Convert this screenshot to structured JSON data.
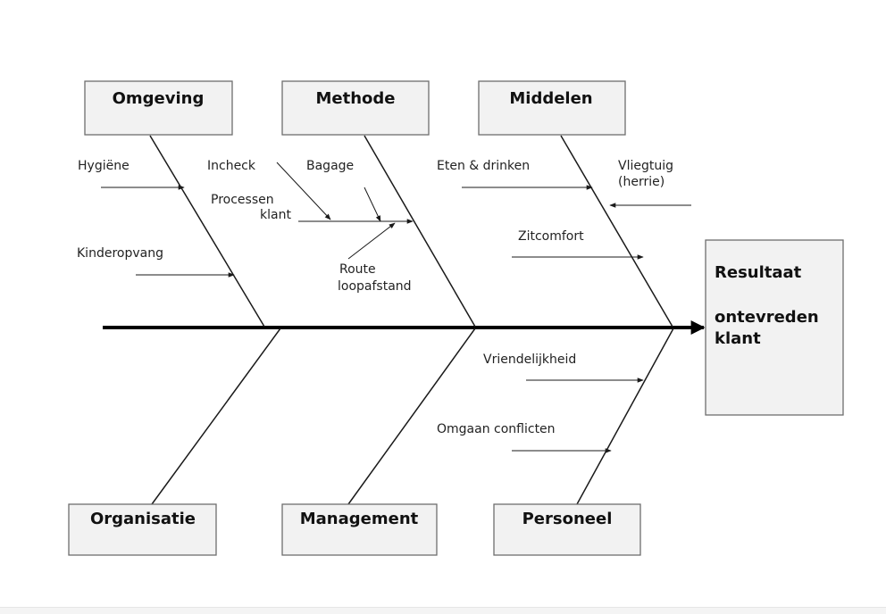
{
  "diagram": {
    "categories": {
      "omgeving": "Omgeving",
      "methode": "Methode",
      "middelen": "Middelen",
      "organisatie": "Organisatie",
      "management": "Management",
      "personeel": "Personeel"
    },
    "result": {
      "line1": "Resultaat",
      "line2": "ontevreden",
      "line3": "klant"
    },
    "causes": {
      "hygiene": "Hygiëne",
      "kinderopvang": "Kinderopvang",
      "incheck": "Incheck",
      "bagage": "Bagage",
      "processen_line1": "Processen",
      "processen_line2": "klant",
      "route_line1": "Route",
      "route_line2": "loopafstand",
      "eten": "Eten & drinken",
      "vliegtuig_line1": "Vliegtuig",
      "vliegtuig_line2": "(herrie)",
      "zitcomfort": "Zitcomfort",
      "vriendelijkheid": "Vriendelijkheid",
      "conflicten": "Omgaan conflicten"
    },
    "colors": {
      "box_fill": "#f2f2f2",
      "box_border": "#6e6e6e",
      "line": "#1a1a1a",
      "spine": "#000000"
    }
  }
}
